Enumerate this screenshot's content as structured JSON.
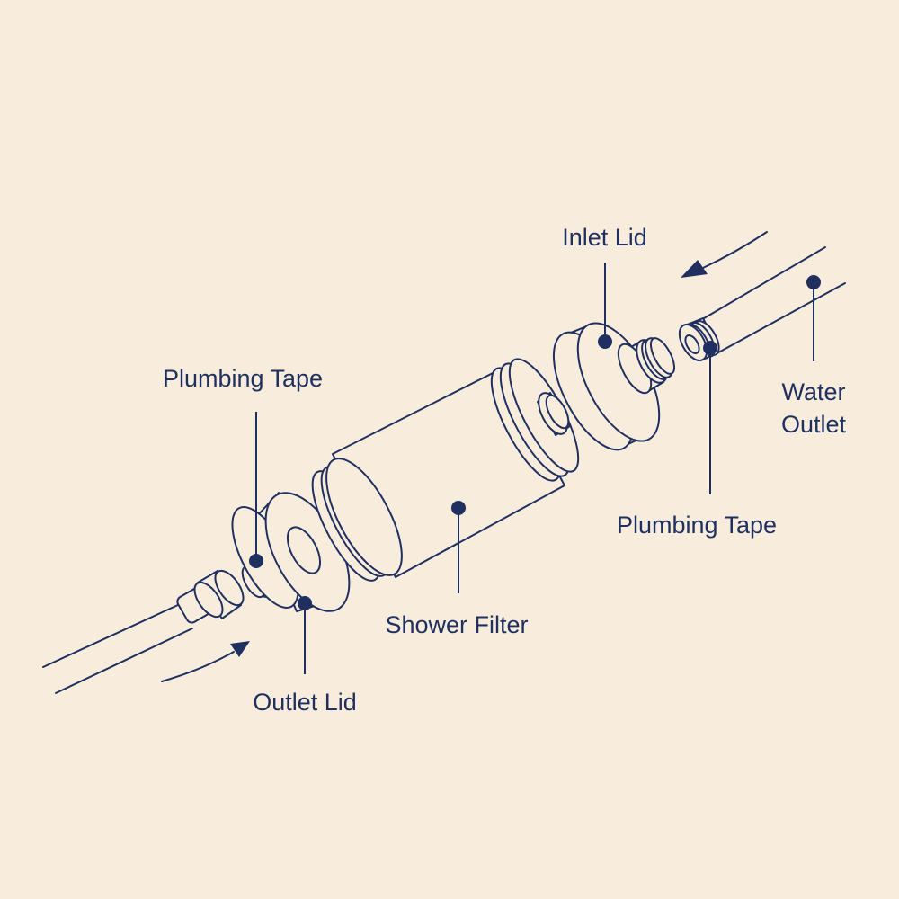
{
  "labels": {
    "inlet_lid": "Inlet Lid",
    "plumbing_tape_left": "Plumbing Tape",
    "plumbing_tape_right": "Plumbing Tape",
    "water_outlet_line1": "Water",
    "water_outlet_line2": "Outlet",
    "shower_filter": "Shower Filter",
    "outlet_lid": "Outlet Lid"
  },
  "colors": {
    "background": "#f8eddd",
    "ink": "#1f2f5f"
  }
}
